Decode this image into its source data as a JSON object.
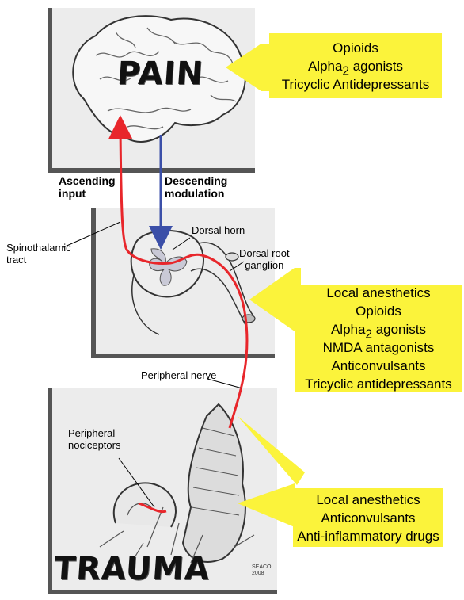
{
  "brain": {
    "word": "PAIN"
  },
  "trauma": {
    "word": "TRAUMA",
    "signature": "SEACO 2008"
  },
  "labels": {
    "ascending_line1": "Ascending",
    "ascending_line2": "input",
    "descending_line1": "Descending",
    "descending_line2": "modulation",
    "spinothalamic_line1": "Spinothalamic",
    "spinothalamic_line2": "tract",
    "dorsal_horn": "Dorsal horn",
    "dorsal_root_line1": "Dorsal root",
    "dorsal_root_line2": "ganglion",
    "peripheral_nerve": "Peripheral nerve",
    "nociceptors_line1": "Peripheral",
    "nociceptors_line2": "nociceptors"
  },
  "drug_boxes": {
    "brain": {
      "line1": "Opioids",
      "line2_main": "Alpha",
      "line2_sub": "2",
      "line2_rest": " agonists",
      "line3": "Tricyclic Antidepressants"
    },
    "spinal": {
      "line1": "Local anesthetics",
      "line2": "Opioids",
      "line3_main": "Alpha",
      "line3_sub": "2",
      "line3_rest": " agonists",
      "line4": "NMDA antagonists",
      "line5": "Anticonvulsants",
      "line6": "Tricyclic antidepressants"
    },
    "periphery": {
      "line1": "Local anesthetics",
      "line2": "Anticonvulsants",
      "line3": "Anti-inflammatory drugs"
    }
  },
  "colors": {
    "box_fill": "#fbf33b",
    "ascending_arrow": "#e8262b",
    "descending_arrow": "#3b4fa8",
    "panel_shadow": "#555555"
  }
}
